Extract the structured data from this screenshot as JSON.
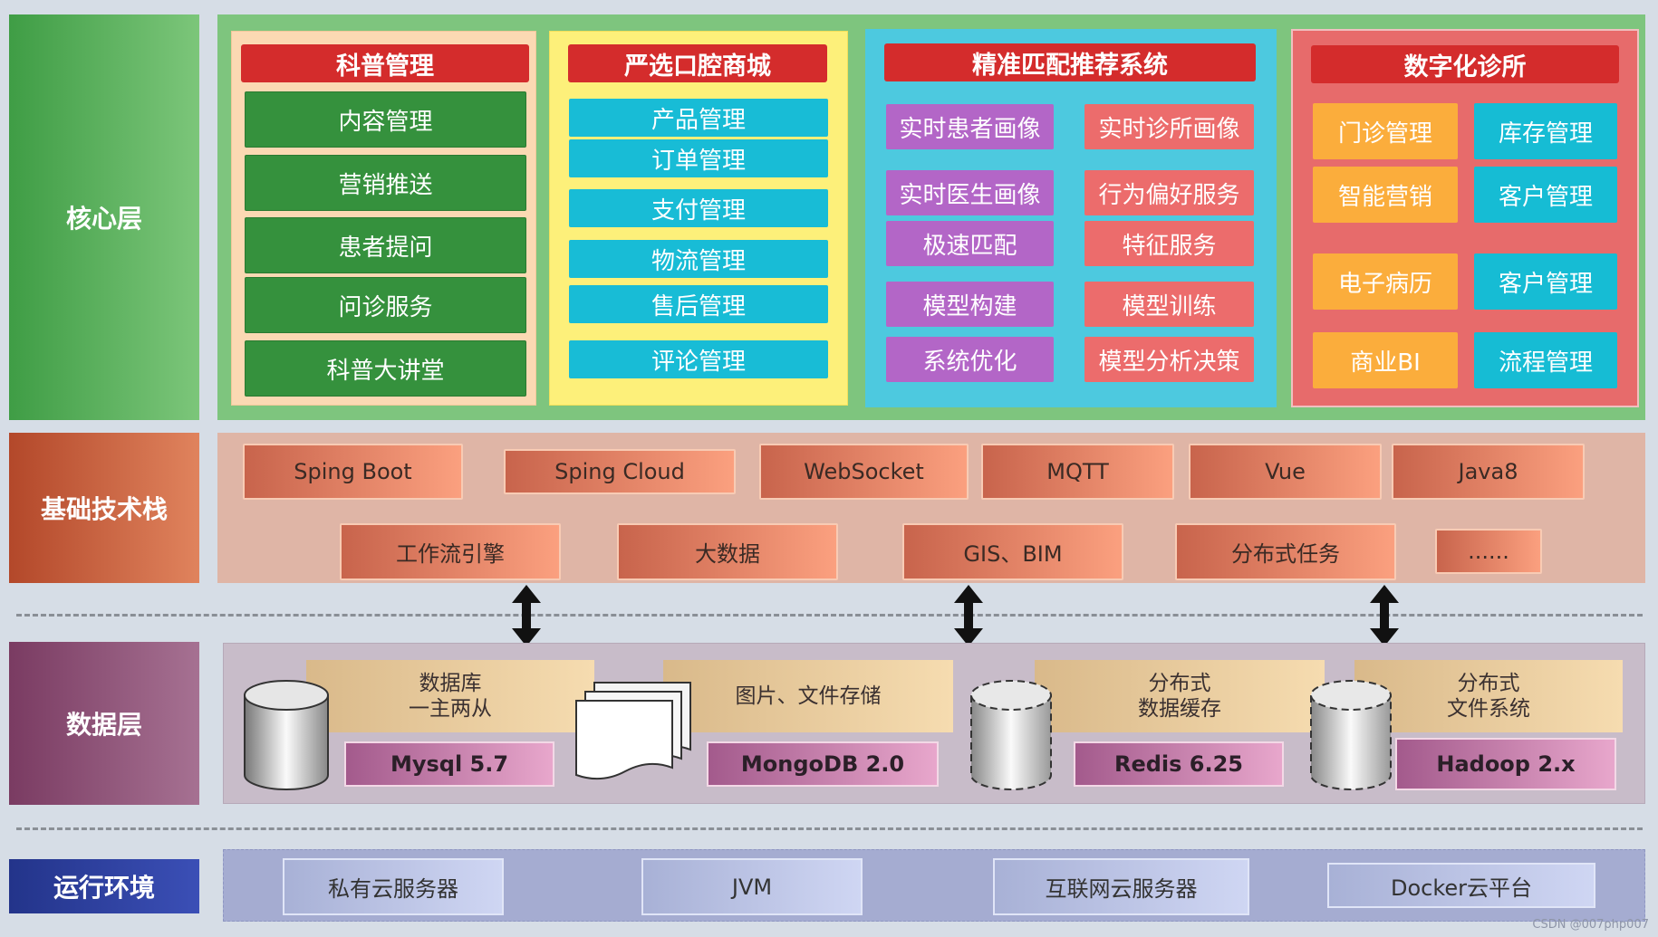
{
  "layers": {
    "core": "核心层",
    "tech": "基础技术栈",
    "data": "数据层",
    "env": "运行环境"
  },
  "core": {
    "kepu": {
      "title": "科普管理",
      "items": [
        "内容管理",
        "营销推送",
        "患者提问",
        "问诊服务",
        "科普大讲堂"
      ]
    },
    "shop": {
      "title": "严选口腔商城",
      "items": [
        "产品管理",
        "订单管理",
        "支付管理",
        "物流管理",
        "售后管理",
        "评论管理"
      ]
    },
    "match": {
      "title": "精准匹配推荐系统",
      "left": [
        "实时患者画像",
        "实时医生画像",
        "极速匹配",
        "模型构建",
        "系统优化"
      ],
      "right": [
        "实时诊所画像",
        "行为偏好服务",
        "特征服务",
        "模型训练",
        "模型分析决策"
      ]
    },
    "clinic": {
      "title": "数字化诊所",
      "left": [
        "门诊管理",
        "智能营销",
        "电子病历",
        "商业BI"
      ],
      "right": [
        "库存管理",
        "客户管理",
        "客户管理",
        "流程管理"
      ]
    }
  },
  "tech": {
    "row1": [
      "Sping Boot",
      "Sping Cloud",
      "WebSocket",
      "MQTT",
      "Vue",
      "Java8"
    ],
    "row2": [
      "工作流引擎",
      "大数据",
      "GIS、BIM",
      "分布式任务",
      "......"
    ]
  },
  "data": {
    "db1": {
      "desc": "数据库\n一主两从",
      "ver": "Mysql 5.7"
    },
    "db2": {
      "desc": "图片、文件存储",
      "ver": "MongoDB  2.0"
    },
    "db3": {
      "desc": "分布式\n数据缓存",
      "ver": "Redis 6.25"
    },
    "db4": {
      "desc": "分布式\n文件系统",
      "ver": "Hadoop 2.x"
    }
  },
  "env": {
    "items": [
      "私有云服务器",
      "JVM",
      "互联网云服务器",
      "Docker云平台"
    ]
  },
  "watermark": "CSDN @007php007",
  "colors": {
    "core_green": "#7cc57c",
    "header_red": "#d42c2c",
    "kepu_green": "#35913d",
    "shop_cyan": "#18bcd6",
    "match_purple": "#b366c7",
    "match_salmon": "#ec6c6c",
    "clinic_orange": "#fbad3c",
    "tech_bg": "#dfb5a6",
    "data_bg": "#c8bcc9",
    "env_bg": "#a5acd1"
  }
}
